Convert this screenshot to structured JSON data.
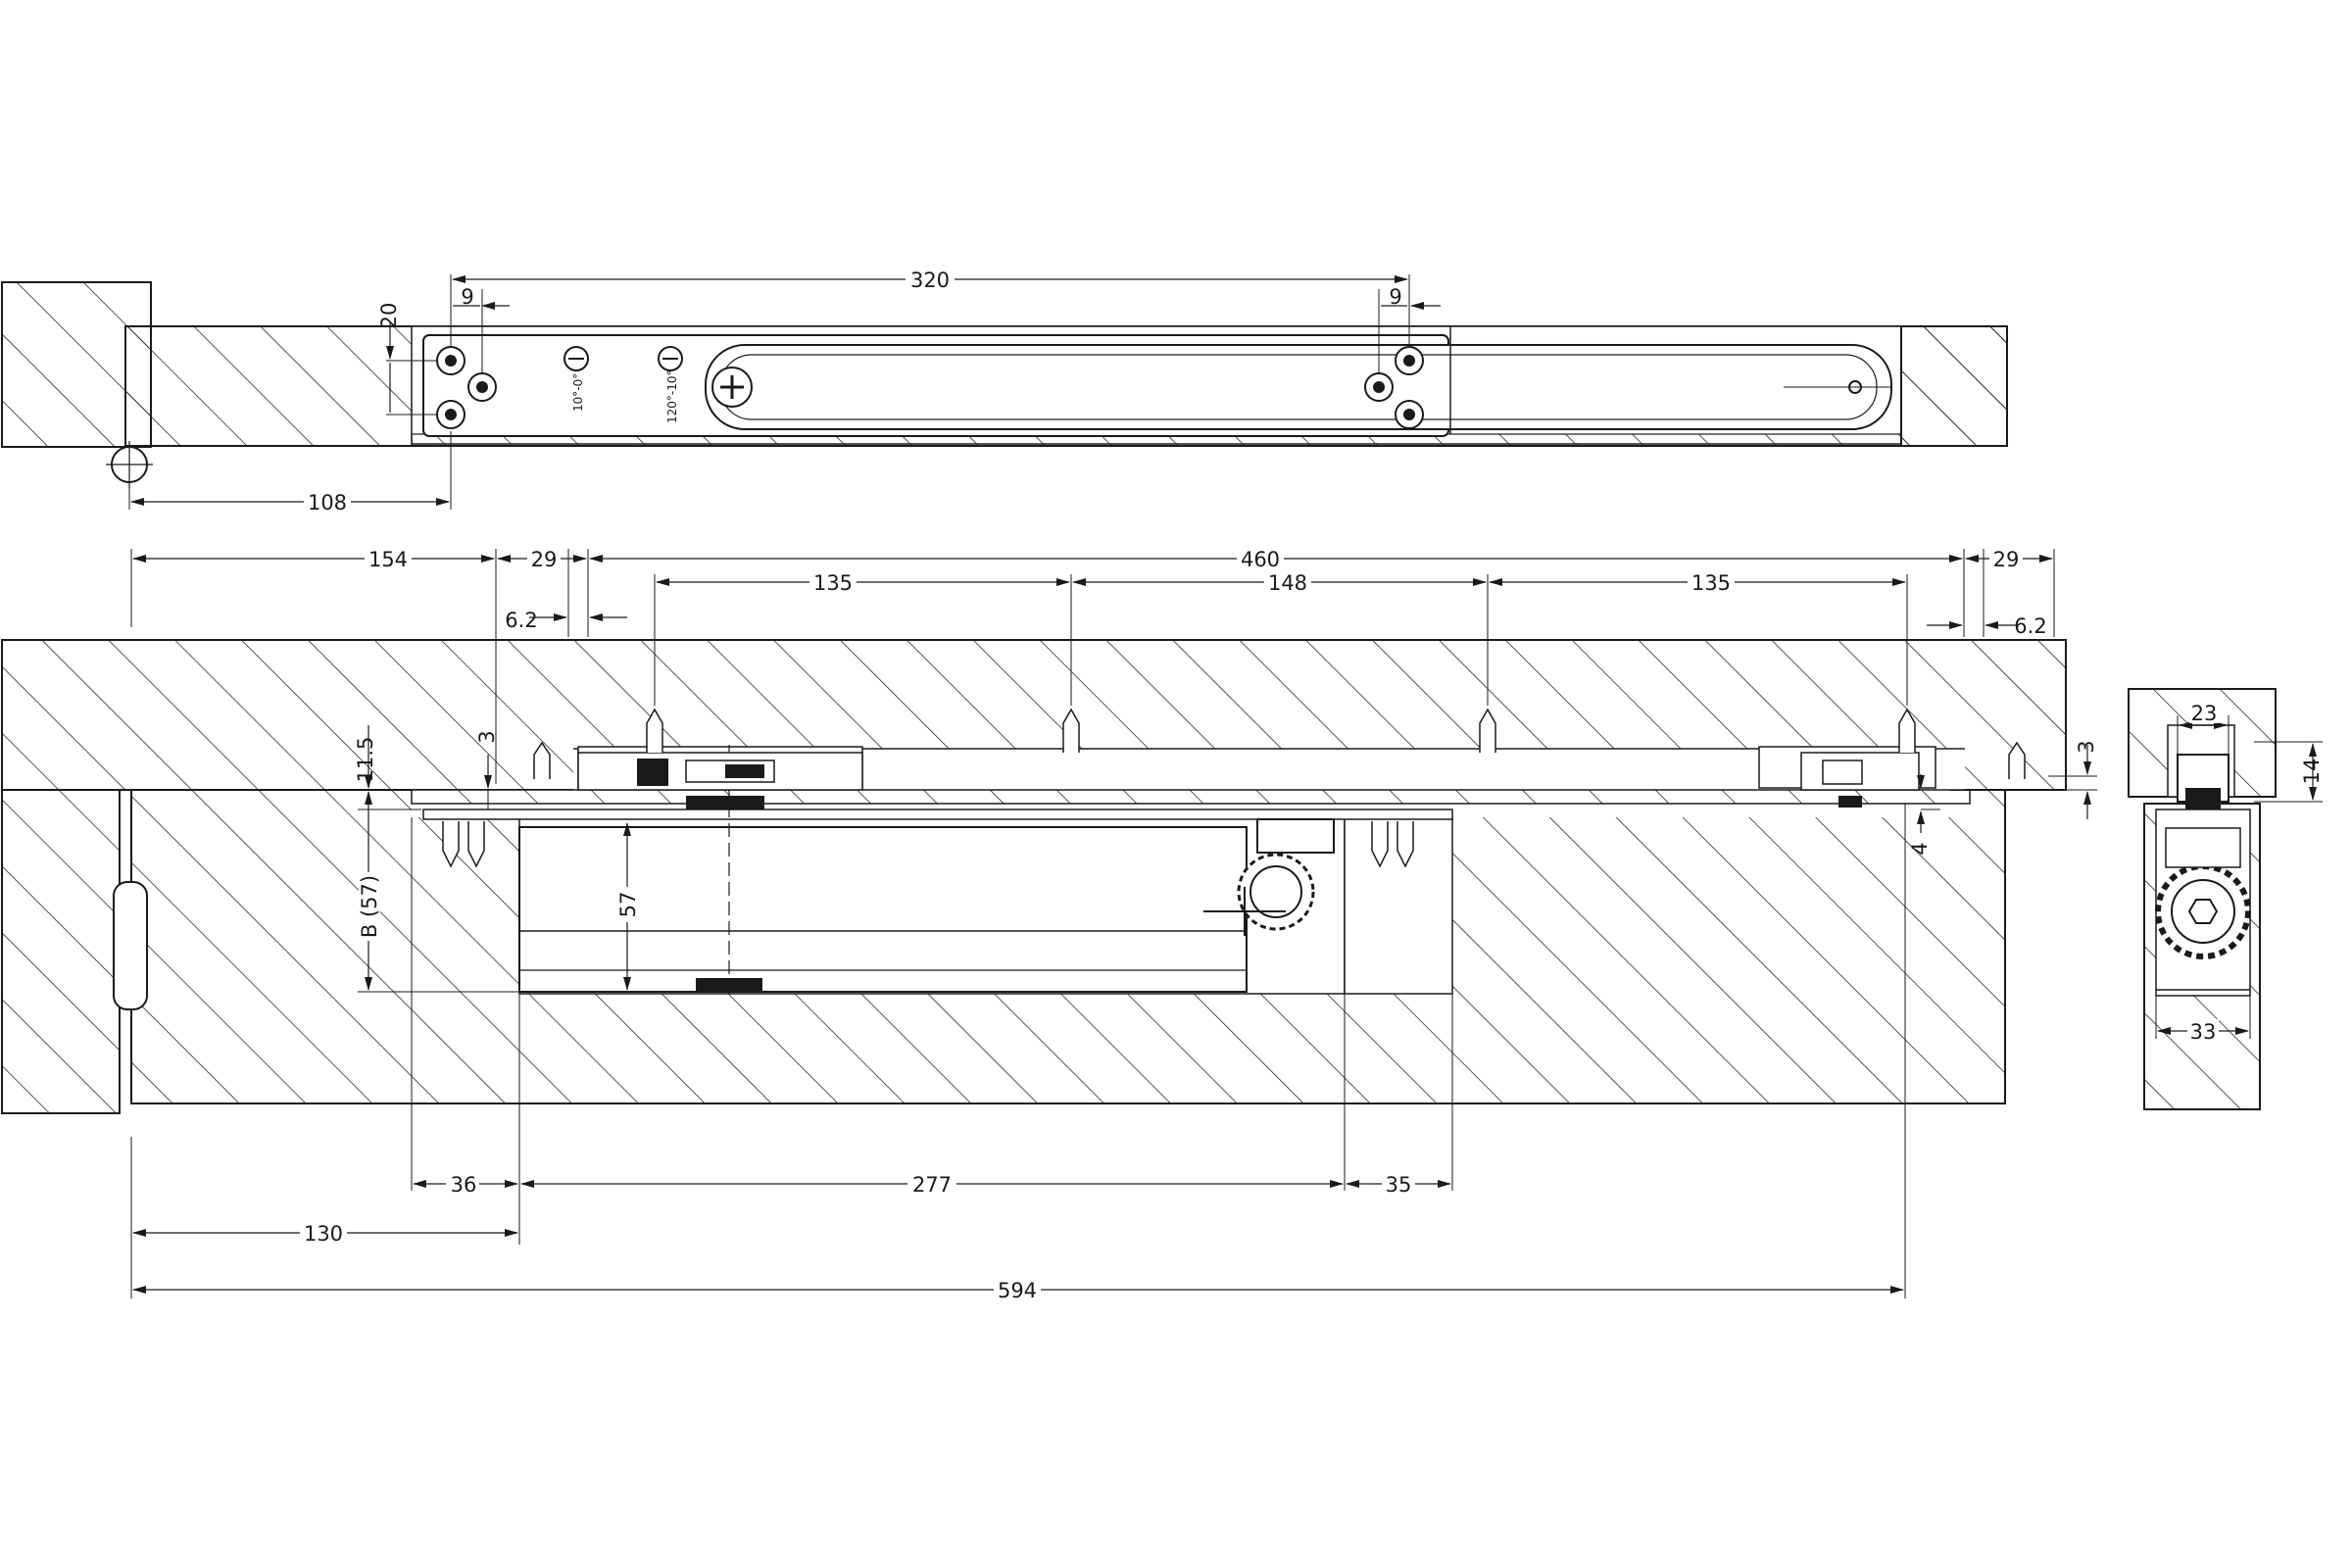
{
  "drawing": {
    "dimensions": {
      "top_320": "320",
      "top_9_left": "9",
      "top_9_right": "9",
      "top_20": "20",
      "top_108": "108",
      "d154": "154",
      "d29_left": "29",
      "d460": "460",
      "d135_left": "135",
      "d148": "148",
      "d135_right": "135",
      "d29_right": "29",
      "d6_2_left": "6.2",
      "d6_2_right": "6.2",
      "d11_5": "11.5",
      "d3_left": "3",
      "d3_right": "3",
      "dB57": "B (57)",
      "d57": "57",
      "d4": "4",
      "d36": "36",
      "d277": "277",
      "d35": "35",
      "d130": "130",
      "d594": "594",
      "side_23": "23",
      "side_14": "14",
      "side_33": "33"
    },
    "valve_labels": {
      "valve_1": "10°-0°",
      "valve_2": "120°-10°"
    }
  }
}
